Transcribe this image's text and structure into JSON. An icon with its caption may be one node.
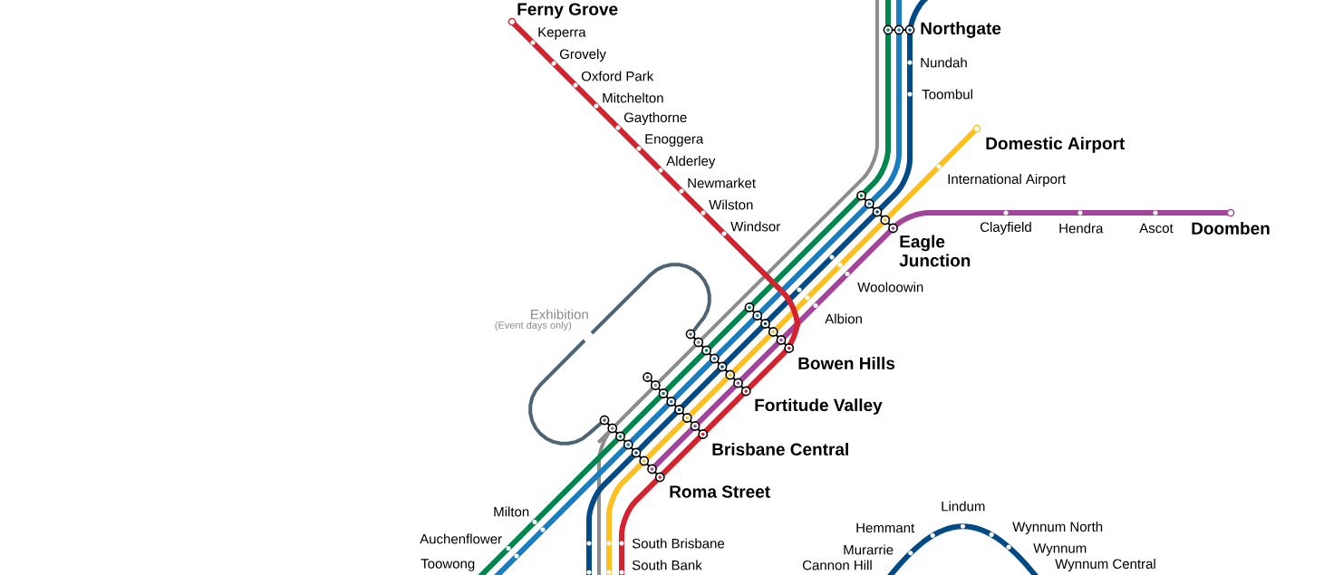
{
  "diagram": {
    "labels": [
      "Ferny Grove",
      "Northgate",
      "Keperra",
      "Grovely",
      "Nundah",
      "Oxford Park",
      "Toombul",
      "Mitchelton",
      "Gaythorne",
      "Enoggera",
      "Domestic Airport",
      "Alderley",
      "International Airport",
      "Newmarket",
      "Wilston",
      "Windsor",
      "Clayfield",
      "Hendra",
      "Ascot",
      "Doomben",
      "Eagle Junction",
      "Wooloowin",
      "Exhibition",
      "(Event days only)",
      "Albion",
      "Bowen Hills",
      "Fortitude Valley",
      "Brisbane Central",
      "Roma Street",
      "Lindum",
      "Milton",
      "Hemmant",
      "Wynnum North",
      "Auchenflower",
      "South Brisbane",
      "Murarrie",
      "Wynnum",
      "Toowong",
      "Cannon Hill",
      "Wynnum Central",
      "South Bank"
    ]
  }
}
